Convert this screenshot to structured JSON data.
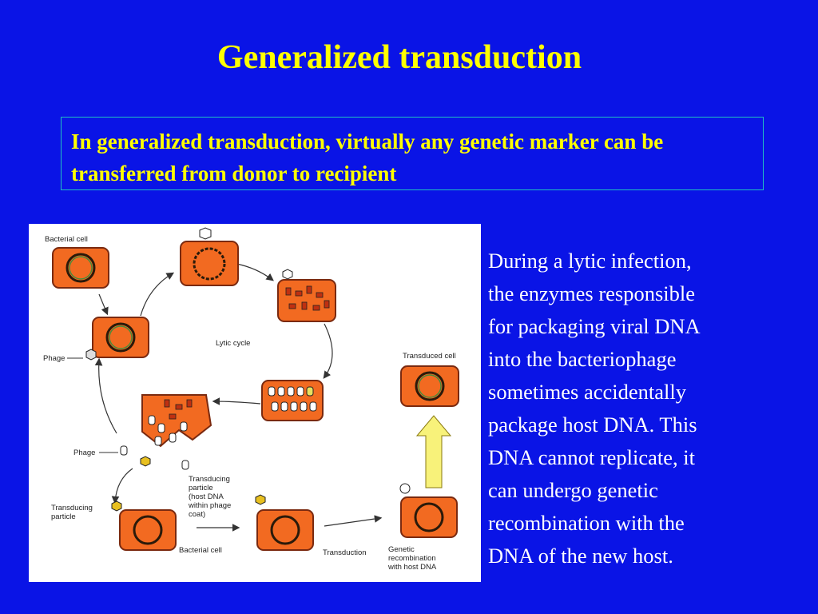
{
  "title": "Generalized transduction",
  "subtitle": "In generalized transduction, virtually any genetic marker can be transferred from donor to recipient",
  "body_lines": [
    "During a lytic infection,",
    "the enzymes responsible",
    "for packaging viral DNA",
    "into the bacteriophage",
    "sometimes accidentally",
    "package host DNA. This",
    "DNA cannot replicate, it",
    "can undergo genetic",
    "recombination with the",
    "DNA of the new host."
  ],
  "diagram": {
    "bacterial_cell_top": "Bacterial cell",
    "phage_left": "Phage",
    "lytic_cycle": "Lytic cycle",
    "phage_burst": "Phage",
    "transducing_particle_note": [
      "Transducing",
      "particle",
      "(host DNA",
      "within phage",
      "coat)"
    ],
    "transducing_particle_left": [
      "Transducing",
      "particle"
    ],
    "bacterial_cell_bottom": "Bacterial cell",
    "transduction": "Transduction",
    "genetic_recombination": [
      "Genetic",
      "recombination",
      "with host DNA"
    ],
    "transduced_cell": "Transduced cell"
  },
  "colors": {
    "background": "#0a14e6",
    "title": "#ffff00",
    "body": "#ffffff",
    "cell_fill": "#f26a21",
    "cell_stroke": "#7a2a10",
    "arrow_up": "#f8f27a"
  }
}
